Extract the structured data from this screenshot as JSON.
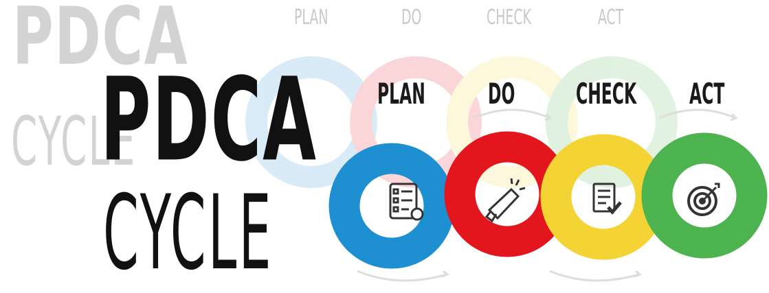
{
  "background": {
    "title": "PDCA",
    "subtitle": "CYCLE",
    "steps": [
      "PLAN",
      "DO",
      "CHECK",
      "ACT"
    ]
  },
  "title": "PDCA",
  "subtitle": "CYCLE",
  "steps": [
    {
      "label": "PLAN",
      "color": "#1E8FD0",
      "icon": "checklist-icon"
    },
    {
      "label": "DO",
      "color": "#E4161D",
      "icon": "megaphone-icon"
    },
    {
      "label": "CHECK",
      "color": "#F4D334",
      "icon": "report-check-icon"
    },
    {
      "label": "ACT",
      "color": "#4CB34E",
      "icon": "target-icon"
    }
  ]
}
